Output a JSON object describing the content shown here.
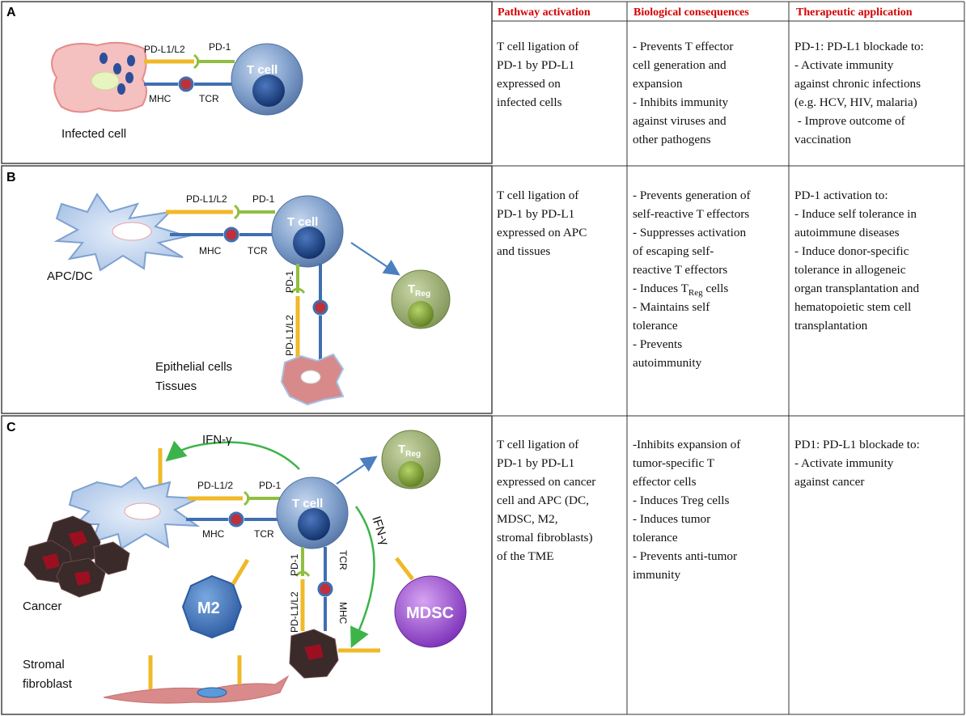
{
  "panels": [
    {
      "letter": "A"
    },
    {
      "letter": "B"
    },
    {
      "letter": "C"
    }
  ],
  "headers": {
    "pathway": "Pathway activation",
    "consequences": "Biological consequences",
    "therapeutic": "Therapeutic application"
  },
  "labels": {
    "pdl1l2": "PD-L1/L2",
    "pdl12": "PD-L1/2",
    "pd1": "PD-1",
    "mhc": "MHC",
    "tcr": "TCR",
    "tcell": "T cell",
    "treg_main": "T",
    "treg_sub": "Reg",
    "infected": "Infected cell",
    "apcdc": "APC/DC",
    "epithelial": "Epithelial cells",
    "tissues": "Tissues",
    "cancer": "Cancer",
    "stromal1": "Stromal",
    "stromal2": "fibroblast",
    "ifng": "IFN-γ",
    "m2": "M2",
    "mdsc": "MDSC"
  },
  "table": {
    "A": {
      "pathway": [
        "T cell ligation of",
        "PD-1 by PD-L1",
        "expressed on",
        "infected  cells"
      ],
      "consequences": [
        "- Prevents T effector",
        "cell generation and",
        "expansion",
        "- Inhibits  immunity",
        "against viruses and",
        "other pathogens"
      ],
      "therapeutic": [
        "PD-1: PD-L1 blockade to:",
        "- Activate immunity",
        "against chronic infections",
        "(e.g.  HCV, HIV, malaria)",
        " - Improve outcome of",
        "vaccination"
      ]
    },
    "B": {
      "pathway": [
        "T cell ligation  of",
        "PD-1 by PD-L1",
        "expressed on APC",
        "and tissues"
      ],
      "consequences": [
        "- Prevents generation of",
        "self-reactive T effectors",
        "- Suppresses activation",
        "of  escaping self-",
        "reactive T effectors",
        "- Induces T",
        "Reg",
        " cells",
        "- Maintains self",
        "tolerance",
        "- Prevents",
        "autoimmunity"
      ],
      "therapeutic": [
        "PD-1 activation to:",
        "- Induce self tolerance in",
        "autoimmune  diseases",
        "- Induce donor-specific",
        "tolerance in allogeneic",
        "organ transplantation and",
        "hematopoietic stem cell",
        "transplantation"
      ]
    },
    "C": {
      "pathway": [
        "T cell ligation  of",
        "PD-1 by PD-L1",
        "expressed on cancer",
        "cell and APC (DC,",
        "MDSC, M2,",
        "stromal fibroblasts)",
        "of the TME"
      ],
      "consequences": [
        "-Inhibits expansion of",
        "tumor-specific T",
        "effector cells",
        "- Induces Treg cells",
        "- Induces tumor",
        "tolerance",
        "- Prevents anti-tumor",
        "immunity"
      ],
      "therapeutic": [
        "PD1: PD-L1 blockade to:",
        "- Activate immunity",
        "against cancer"
      ]
    }
  },
  "colors": {
    "tcell": "#5b7fb3",
    "treg": "#8ea060",
    "pdl1": "#f0b928",
    "pd1": "#8fbf40",
    "mhc": "#3f6fb0",
    "arrow_green": "#3cb44a",
    "arrow_blue": "#4a7fc0",
    "header_red": "#d40000",
    "infected": "#f2b8b8",
    "cancer": "#3a2a2a",
    "m2": "#4a7fc0",
    "mdsc": "#8a3fc0"
  }
}
